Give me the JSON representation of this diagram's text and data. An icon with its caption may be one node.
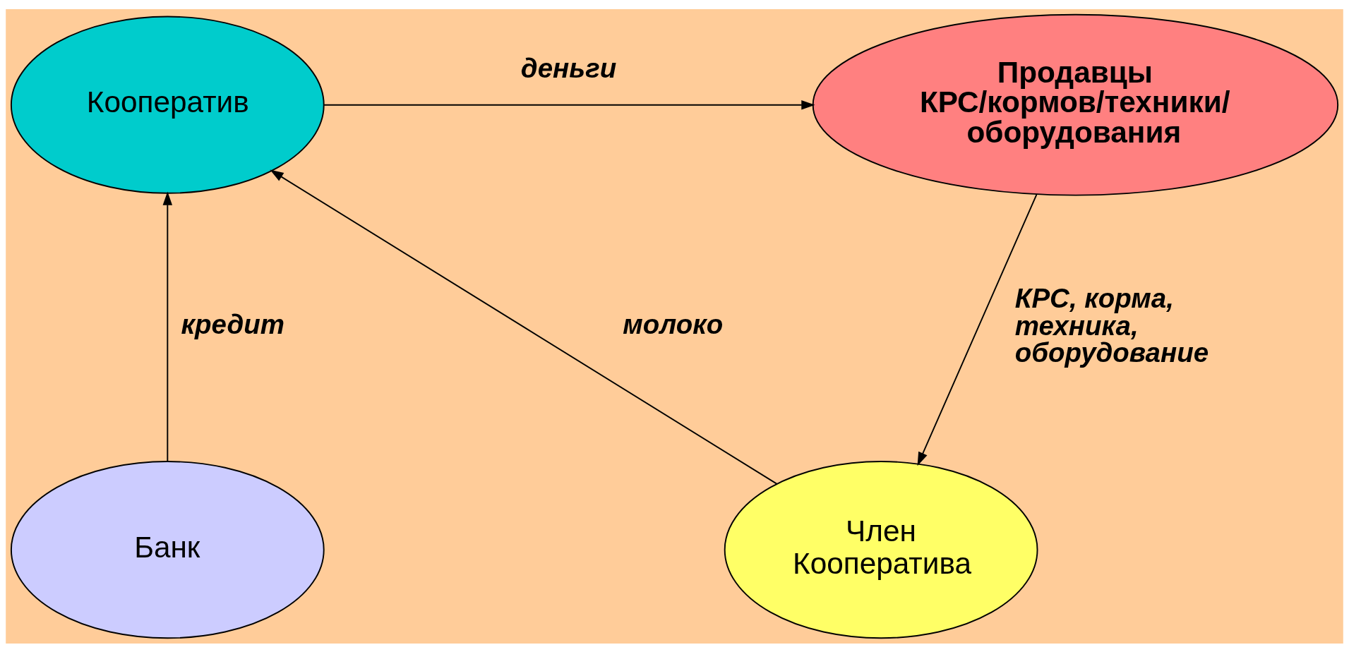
{
  "diagram": {
    "nodes": [
      {
        "text": [
          "Кооператив"
        ]
      },
      {
        "text": [
          "Продавцы КРС/кормов/техники/ оборудования"
        ]
      },
      {
        "text": [
          "Банк"
        ]
      },
      {
        "text": [
          "Член Кооператива"
        ]
      }
    ],
    "edges": [
      {
        "from": 0,
        "to": 1,
        "arrow": "to",
        "label": "деньги"
      },
      {
        "from": 1,
        "to": 3,
        "arrow": "to",
        "label": "КРС, корма, техника, оборудование"
      },
      {
        "from": 3,
        "to": 0,
        "arrow": "to",
        "label": "молоко"
      },
      {
        "from": 2,
        "to": 0,
        "arrow": "to",
        "label": "кредит"
      }
    ]
  }
}
